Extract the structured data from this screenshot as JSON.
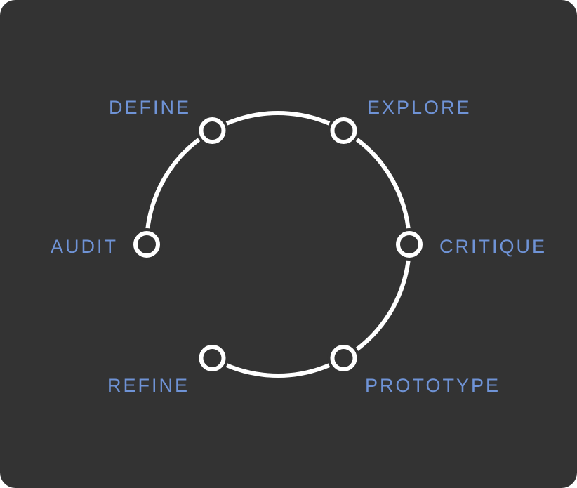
{
  "diagram": {
    "type": "cycle",
    "colors": {
      "background": "#333333",
      "line": "#ffffff",
      "label": "#6f93d6"
    },
    "nodes": [
      {
        "label": "AUDIT",
        "angle_deg": 180
      },
      {
        "label": "DEFINE",
        "angle_deg": 240
      },
      {
        "label": "EXPLORE",
        "angle_deg": 300
      },
      {
        "label": "CRITIQUE",
        "angle_deg": 0
      },
      {
        "label": "PROTOTYPE",
        "angle_deg": 60
      },
      {
        "label": "REFINE",
        "angle_deg": 120
      }
    ]
  }
}
